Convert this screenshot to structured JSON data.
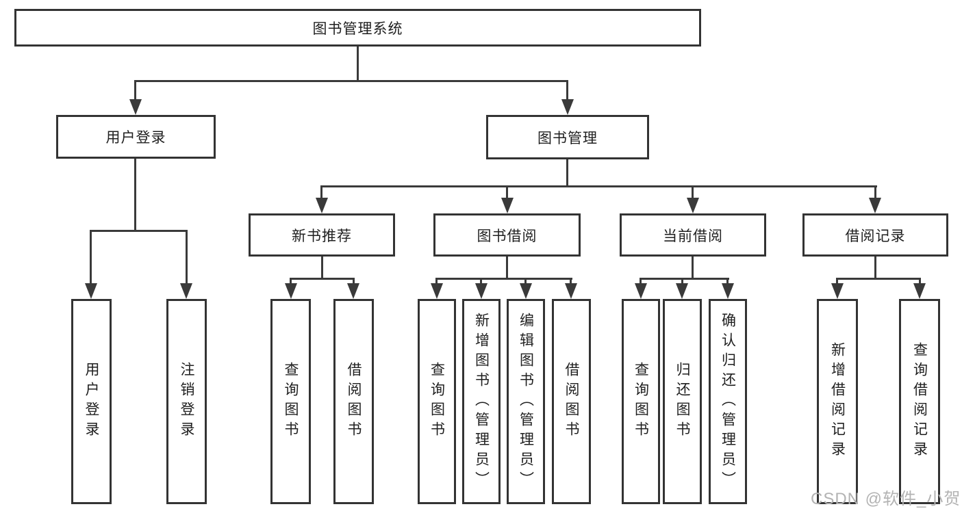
{
  "diagram": {
    "root": {
      "label": "图书管理系统"
    },
    "branches": [
      {
        "label": "用户登录",
        "children": [
          {
            "label": "用户登录"
          },
          {
            "label": "注销登录"
          }
        ]
      },
      {
        "label": "图书管理",
        "children": [
          {
            "label": "新书推荐",
            "children": [
              {
                "label": "查询图书"
              },
              {
                "label": "借阅图书"
              }
            ]
          },
          {
            "label": "图书借阅",
            "children": [
              {
                "label": "查询图书"
              },
              {
                "label": "新增图书（管理员）"
              },
              {
                "label": "编辑图书（管理员）"
              },
              {
                "label": "借阅图书"
              }
            ]
          },
          {
            "label": "当前借阅",
            "children": [
              {
                "label": "查询图书"
              },
              {
                "label": "归还图书"
              },
              {
                "label": "确认归还（管理员）"
              }
            ]
          },
          {
            "label": "借阅记录",
            "children": [
              {
                "label": "新增借阅记录"
              },
              {
                "label": "查询借阅记录"
              }
            ]
          }
        ]
      }
    ]
  },
  "watermark": "CSDN @软件_小贺同学",
  "colors": {
    "border": "#333333",
    "line": "#3a3a3a",
    "text": "#1f1f1f",
    "watermark": "#b3b3b3"
  }
}
